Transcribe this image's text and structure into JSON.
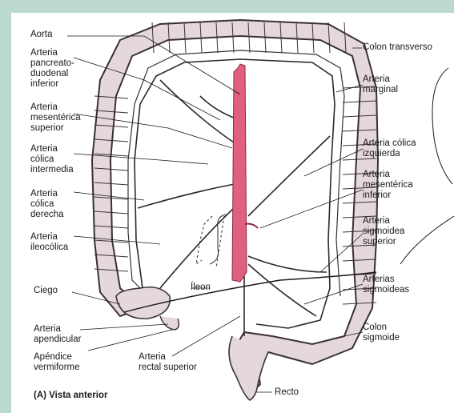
{
  "caption": "(A) Vista anterior",
  "colors": {
    "frame": "#bcd9cf",
    "colon_fill": "#e4d8de",
    "colon_stroke": "#3a3035",
    "aorta": "#e0607f",
    "vessel": "#2a2a2a"
  },
  "labels": {
    "aorta": "Aorta",
    "pancreatoduodenal": "Arteria\npancreato-\nduodenal\ninferior",
    "mesenterica_superior": "Arteria\nmesentérica\nsuperior",
    "colica_intermedia": "Arteria\ncólica\nintermedia",
    "colica_derecha": "Arteria\ncólica\nderecha",
    "ileocolica": "Arteria\nileocólica",
    "ciego": "Ciego",
    "apendicular": "Arteria\napendicular",
    "apendice": "Apéndice\nvermiforme",
    "rectal_superior": "Arteria\nrectal superior",
    "ileon": "Íleon",
    "recto": "Recto",
    "colon_transverso": "Colon transverso",
    "marginal": "Arteria\nmarginal",
    "colica_izquierda": "Arteria cólica\nizquierda",
    "mesenterica_inferior": "Arteria\nmesentérica\ninferior",
    "sigmoidea_superior": "Arteria\nsigmoidea\nsuperior",
    "sigmoideas": "Arterias\nsigmoideas",
    "colon_sigmoide": "Colon\nsigmoide"
  }
}
